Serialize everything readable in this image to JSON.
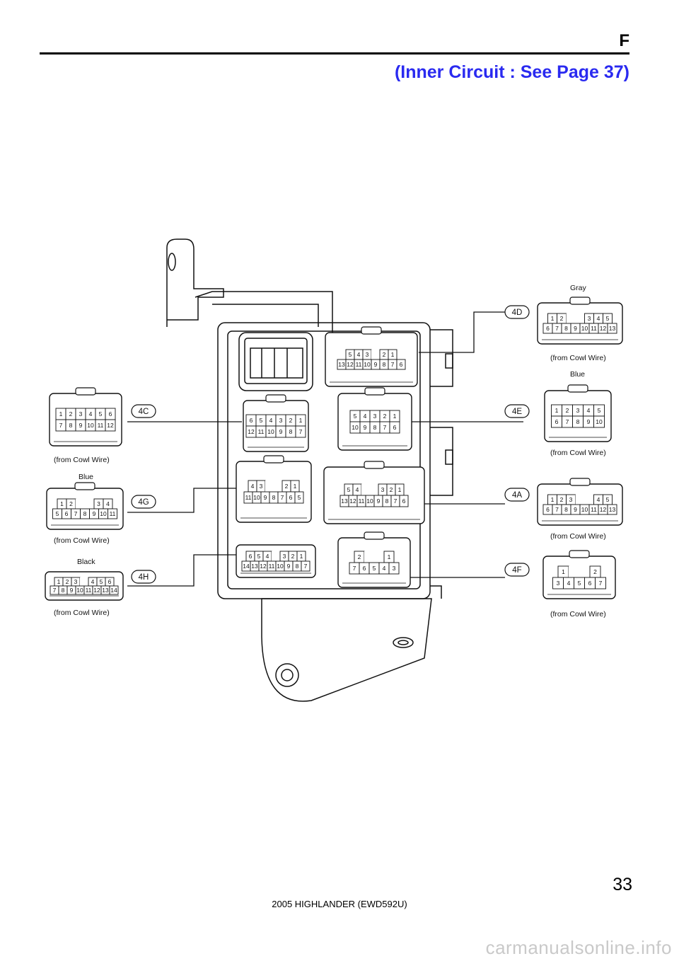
{
  "header": {
    "section_letter": "F",
    "title": "(Inner Circuit : See Page 37)"
  },
  "footer": {
    "page_number": "33",
    "model": "2005 HIGHLANDER (EWD592U)"
  },
  "watermark": "carmanualsonline.info",
  "connectors": {
    "c4C": {
      "id": "4C",
      "color": "",
      "source": "(from Cowl Wire)",
      "rows": [
        [
          "1",
          "2",
          "3",
          "4",
          "5",
          "6"
        ],
        [
          "7",
          "8",
          "9",
          "10",
          "11",
          "12"
        ]
      ]
    },
    "c4G": {
      "id": "4G",
      "color": "Blue",
      "source": "(from Cowl Wire)",
      "rows": [
        [
          "1",
          "2",
          "",
          "",
          "3",
          "4"
        ],
        [
          "5",
          "6",
          "7",
          "8",
          "9",
          "10",
          "11"
        ]
      ]
    },
    "c4H": {
      "id": "4H",
      "color": "Black",
      "source": "(from Cowl Wire)",
      "rows": [
        [
          "1",
          "2",
          "3",
          "",
          "4",
          "5",
          "6"
        ],
        [
          "7",
          "8",
          "9",
          "10",
          "11",
          "12",
          "13",
          "14"
        ]
      ]
    },
    "c4D": {
      "id": "4D",
      "color": "Gray",
      "source": "(from Cowl Wire)",
      "rows": [
        [
          "1",
          "2",
          "",
          "",
          "3",
          "4",
          "5"
        ],
        [
          "6",
          "7",
          "8",
          "9",
          "10",
          "11",
          "12",
          "13"
        ]
      ]
    },
    "c4E": {
      "id": "4E",
      "color": "Blue",
      "source": "(from Cowl Wire)",
      "rows": [
        [
          "1",
          "2",
          "3",
          "4",
          "5"
        ],
        [
          "6",
          "7",
          "8",
          "9",
          "10"
        ]
      ]
    },
    "c4A": {
      "id": "4A",
      "color": "",
      "source": "(from Cowl Wire)",
      "rows": [
        [
          "1",
          "2",
          "3",
          "",
          "",
          "4",
          "5"
        ],
        [
          "6",
          "7",
          "8",
          "9",
          "10",
          "11",
          "12",
          "13"
        ]
      ]
    },
    "c4F": {
      "id": "4F",
      "color": "",
      "source": "(from Cowl Wire)",
      "rows": [
        [
          "1",
          "",
          "",
          "2"
        ],
        [
          "3",
          "4",
          "5",
          "6",
          "7"
        ]
      ]
    }
  },
  "block_sockets": {
    "s4D": {
      "rows": [
        [
          "5",
          "4",
          "3",
          "",
          "2",
          "1"
        ],
        [
          "13",
          "12",
          "11",
          "10",
          "9",
          "8",
          "7",
          "6"
        ]
      ]
    },
    "s4C": {
      "rows": [
        [
          "6",
          "5",
          "4",
          "3",
          "2",
          "1"
        ],
        [
          "12",
          "11",
          "10",
          "9",
          "8",
          "7"
        ]
      ]
    },
    "s4E": {
      "rows": [
        [
          "5",
          "4",
          "3",
          "2",
          "1"
        ],
        [
          "10",
          "9",
          "8",
          "7",
          "6"
        ]
      ]
    },
    "s4G": {
      "rows": [
        [
          "4",
          "3",
          "",
          "",
          "2",
          "1"
        ],
        [
          "11",
          "10",
          "9",
          "8",
          "7",
          "6",
          "5"
        ]
      ]
    },
    "s4A": {
      "rows": [
        [
          "5",
          "4",
          "",
          "",
          "3",
          "2",
          "1"
        ],
        [
          "13",
          "12",
          "11",
          "10",
          "9",
          "8",
          "7",
          "6"
        ]
      ]
    },
    "s4H": {
      "rows": [
        [
          "6",
          "5",
          "4",
          "",
          "3",
          "2",
          "1"
        ],
        [
          "14",
          "13",
          "12",
          "11",
          "10",
          "9",
          "8",
          "7"
        ]
      ]
    },
    "s4F": {
      "rows": [
        [
          "2",
          "",
          "",
          "1"
        ],
        [
          "7",
          "6",
          "5",
          "4",
          "3"
        ]
      ]
    }
  }
}
